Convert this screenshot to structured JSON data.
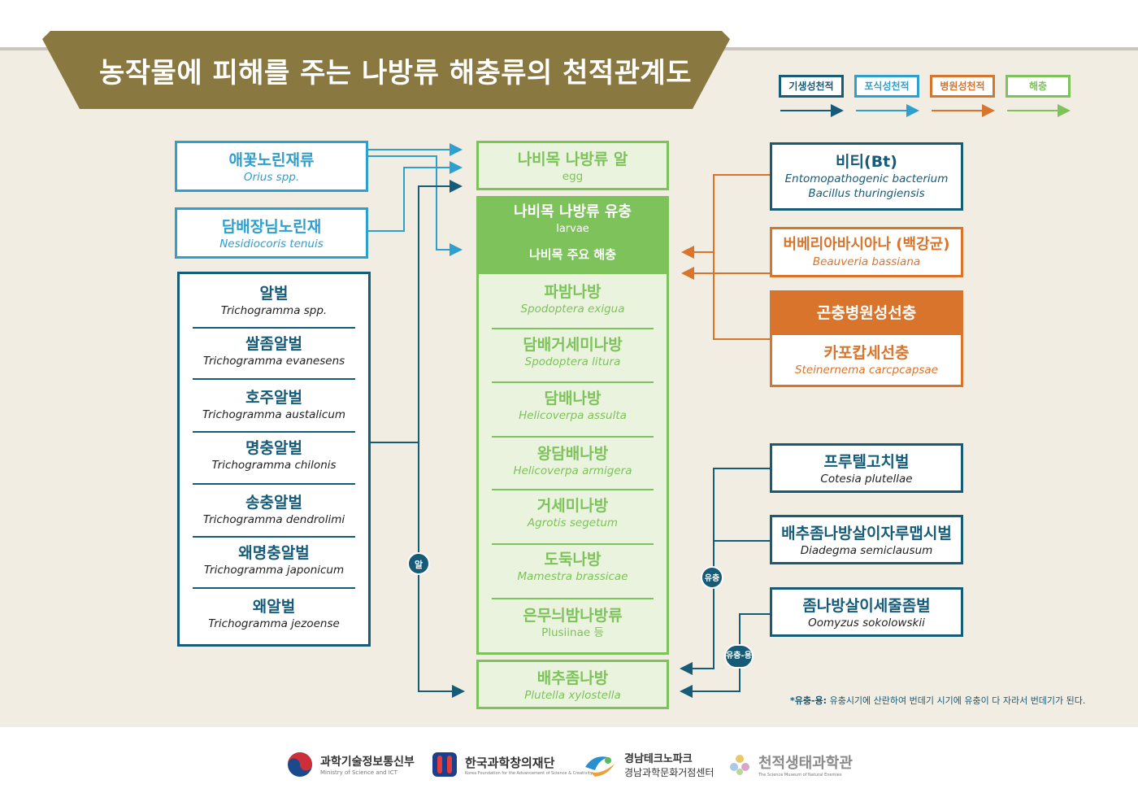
{
  "title": "농작물에 피해를 주는 나방류 해충류의 천적관계도",
  "legend": [
    {
      "label": "기생성천적",
      "color": "#165b78"
    },
    {
      "label": "포식성천적",
      "color": "#2e9fcf"
    },
    {
      "label": "병원성천적",
      "color": "#d9742c"
    },
    {
      "label": "해충",
      "color": "#7dc25a"
    }
  ],
  "predators": [
    {
      "kor": "애꽃노린재류",
      "sci": "Orius spp."
    },
    {
      "kor": "담배장님노린재",
      "sci": "Nesidiocoris tenuis"
    }
  ],
  "egg_parasitoids": [
    {
      "kor": "알벌",
      "sci": "Trichogramma spp."
    },
    {
      "kor": "쌀좀알벌",
      "sci": "Trichogramma evanesens"
    },
    {
      "kor": "호주알벌",
      "sci": "Trichogramma austalicum"
    },
    {
      "kor": "명충알벌",
      "sci": "Trichogramma chilonis"
    },
    {
      "kor": "송충알벌",
      "sci": "Trichogramma dendrolimi"
    },
    {
      "kor": "왜명충알벌",
      "sci": "Trichogramma japonicum"
    },
    {
      "kor": "왜알벌",
      "sci": "Trichogramma jezoense"
    }
  ],
  "egg": {
    "kor": "나비목 나방류 알",
    "sci": "egg"
  },
  "larvae": {
    "kor": "나비목 나방류 유충",
    "sci": "larvae",
    "sub": "나비목 주요 해충"
  },
  "pests": [
    {
      "kor": "파밤나방",
      "sci": "Spodoptera exigua"
    },
    {
      "kor": "담배거세미나방",
      "sci": "Spodoptera litura"
    },
    {
      "kor": "담배나방",
      "sci": "Helicoverpa assulta"
    },
    {
      "kor": "왕담배나방",
      "sci": "Helicoverpa armigera"
    },
    {
      "kor": "거세미나방",
      "sci": "Agrotis segetum"
    },
    {
      "kor": "도둑나방",
      "sci": "Mamestra brassicae"
    },
    {
      "kor": "은무늬밤나방류",
      "sci": "Plusiinae 등"
    }
  ],
  "diamondback": {
    "kor": "배추좀나방",
    "sci": "Plutella xylostella"
  },
  "pathogens": [
    {
      "kor": "비티(Bt)",
      "sci1": "Entomopathogenic bacterium",
      "sci2": "Bacillus thuringiensis"
    },
    {
      "kor": "버베리아바시아나 (백강균)",
      "sci": "Beauveria bassiana"
    }
  ],
  "nematode": {
    "header": "곤충병원성선충",
    "kor": "카포캅세선충",
    "sci": "Steinernema carcpcapsae"
  },
  "larval_parasitoids": [
    {
      "kor": "프루텔고치벌",
      "sci": "Cotesia plutellae"
    },
    {
      "kor": "배추좀나방살이자루맵시벌",
      "sci": "Diadegma semiclausum"
    },
    {
      "kor": "좀나방살이세줄좀벌",
      "sci": "Oomyzus sokolowskii"
    }
  ],
  "badges": {
    "egg": "알",
    "larva": "유충",
    "larva_pupa": "유충-용"
  },
  "note": {
    "term": "*유충-용:",
    "text": " 유충시기에 산란하여 번데기 시기에 유충이 다 자라서 번데기가 된다."
  },
  "footer": [
    {
      "main": "과학기술정보통신부",
      "sub": "Ministry of Science and ICT"
    },
    {
      "main": "한국과학창의재단",
      "sub": "Korea Foundation for the Advancement of Science & Creativity"
    },
    {
      "main": "경남테크노파크",
      "main2": "경남과학문화거점센터"
    },
    {
      "main": "천적생태과학관",
      "sub": "The Science Museum of Natural Enemies"
    }
  ]
}
